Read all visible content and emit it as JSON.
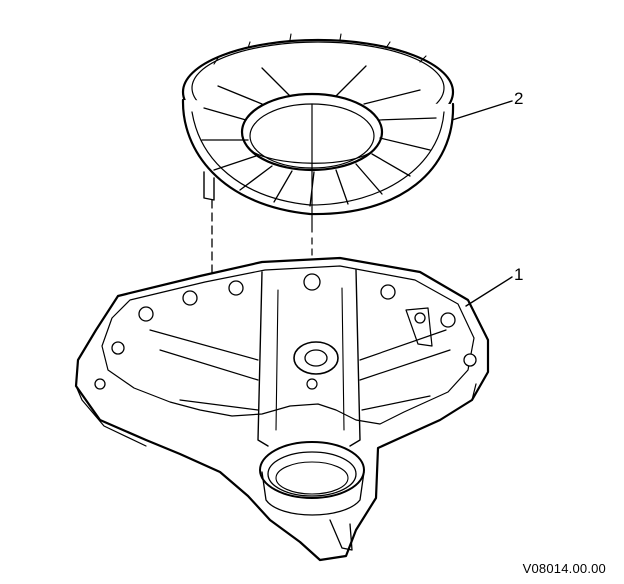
{
  "callouts": {
    "seal_cover": "2",
    "case_housing": "1"
  },
  "figure": {
    "id": "V08014.00.00"
  },
  "colors": {
    "ink": "#000000",
    "paper": "#ffffff",
    "shade": "#d9d9d9"
  }
}
